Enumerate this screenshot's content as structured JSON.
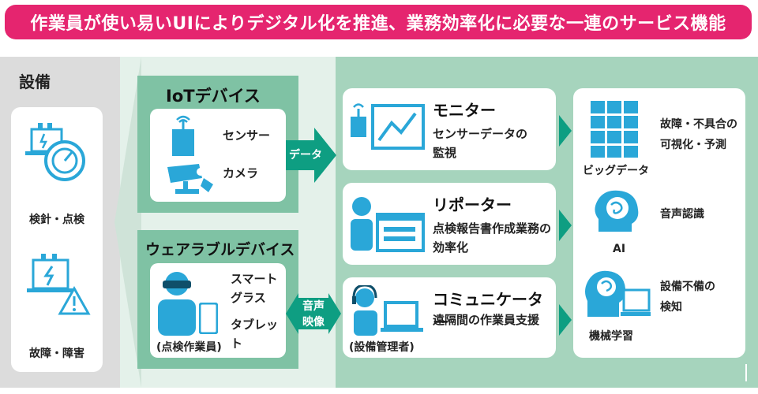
{
  "title": "作業員が使い易いUIによりデジタル化を推進、業務効率化に必要な一連のサービス機能",
  "colors": {
    "banner": "#e5256f",
    "accent": "#2aa7d8",
    "green": "#0e9e82"
  },
  "equipment": {
    "heading": "設備",
    "items": [
      {
        "label": "検針・点検",
        "icon": "meter-icon"
      },
      {
        "label": "故障・障害",
        "icon": "fault-icon"
      }
    ]
  },
  "iot": {
    "heading": "IoTデバイス",
    "items": [
      {
        "label": "センサー",
        "icon": "sensor-icon"
      },
      {
        "label": "カメラ",
        "icon": "camera-icon"
      }
    ]
  },
  "wearable": {
    "heading": "ウェアラブルデバイス",
    "labels": [
      "スマート",
      "グラス",
      "タブレット"
    ],
    "caption": "(点検作業員)"
  },
  "arrows": {
    "data": "データ",
    "av_line1": "音声",
    "av_line2": "映像"
  },
  "services": [
    {
      "title": "モニター",
      "desc_line1": "センサーデータの",
      "desc_line2": "監視"
    },
    {
      "title": "リポーター",
      "desc_line1": "点検報告書作成業務の",
      "desc_line2": "効率化"
    },
    {
      "title": "コミュニケーター",
      "desc_line1": "遠隔間の作業員支援",
      "desc_line2": "",
      "caption": "(設備管理者)"
    }
  ],
  "tech": [
    {
      "label": "ビッグデータ",
      "desc_line1": "故障・不具合の",
      "desc_line2": "可視化・予測"
    },
    {
      "label": "AI",
      "desc_line1": "音声認識",
      "desc_line2": ""
    },
    {
      "label": "機械学習",
      "desc_line1": "設備不備の",
      "desc_line2": "検知"
    }
  ]
}
